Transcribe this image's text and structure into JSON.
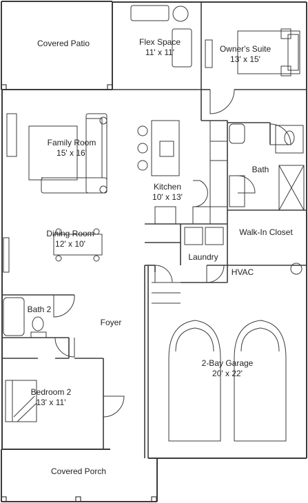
{
  "rooms": {
    "covered_patio": {
      "name": "Covered Patio"
    },
    "flex_space": {
      "name": "Flex Space",
      "dims": "11' x 11'"
    },
    "owners_suite": {
      "name": "Owner's Suite",
      "dims": "13' x 15'"
    },
    "family_room": {
      "name": "Family Room",
      "dims": "15' x 16'"
    },
    "bath": {
      "name": "Bath"
    },
    "kitchen": {
      "name": "Kitchen",
      "dims": "10' x 13'"
    },
    "walk_in_closet": {
      "name": "Walk-In Closet"
    },
    "dining_room": {
      "name": "Dining Room",
      "dims": "12' x 10'"
    },
    "laundry": {
      "name": "Laundry"
    },
    "hvac": {
      "name": "HVAC"
    },
    "bath_2": {
      "name": "Bath 2"
    },
    "foyer": {
      "name": "Foyer"
    },
    "garage": {
      "name": "2-Bay Garage",
      "dims": "20' x 22'"
    },
    "bedroom_2": {
      "name": "Bedroom 2",
      "dims": "13' x 11'"
    },
    "covered_porch": {
      "name": "Covered Porch"
    }
  }
}
